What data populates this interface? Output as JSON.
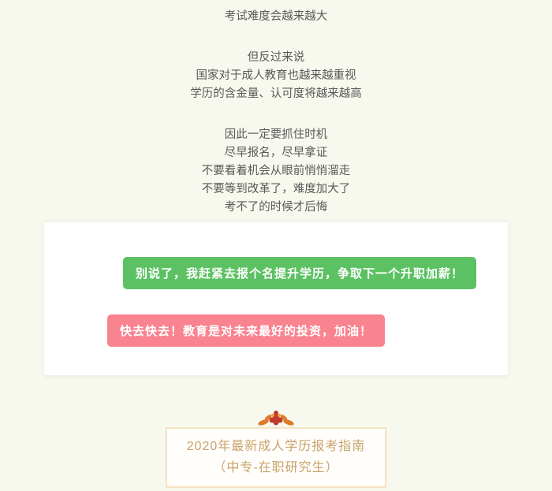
{
  "page": {
    "background_color": "#f7f9ee"
  },
  "intro": {
    "stanza1": [
      "考试难度会越来越大"
    ],
    "stanza2": [
      "但反过来说",
      "国家对于成人教育也越来越重视",
      "学历的含金量、认可度将越来越高"
    ],
    "stanza3": [
      "因此一定要抓住时机",
      "尽早报名，尽早拿证",
      "不要看着机会从眼前悄悄溜走",
      "不要等到改革了，难度加大了",
      "考不了的时候才后悔"
    ]
  },
  "dialogue": {
    "messages": [
      {
        "speaker": "student",
        "text": "别说了，我赶紧去报个名提升学历，争取下一个升职加薪！",
        "bubble_color": "#5cc163"
      },
      {
        "speaker": "advisor",
        "text": "快去快去！教育是对未来最好的投资，加油！",
        "bubble_color": "#f9838f"
      }
    ]
  },
  "guide_box": {
    "line1": "2020年最新成人学历报考指南",
    "line2": "（中专-在职研究生）",
    "text_color": "#c9a26a",
    "border_color": "#f5e3c3"
  },
  "icons": {
    "flower_decoration": "autumn-flower-icon"
  }
}
